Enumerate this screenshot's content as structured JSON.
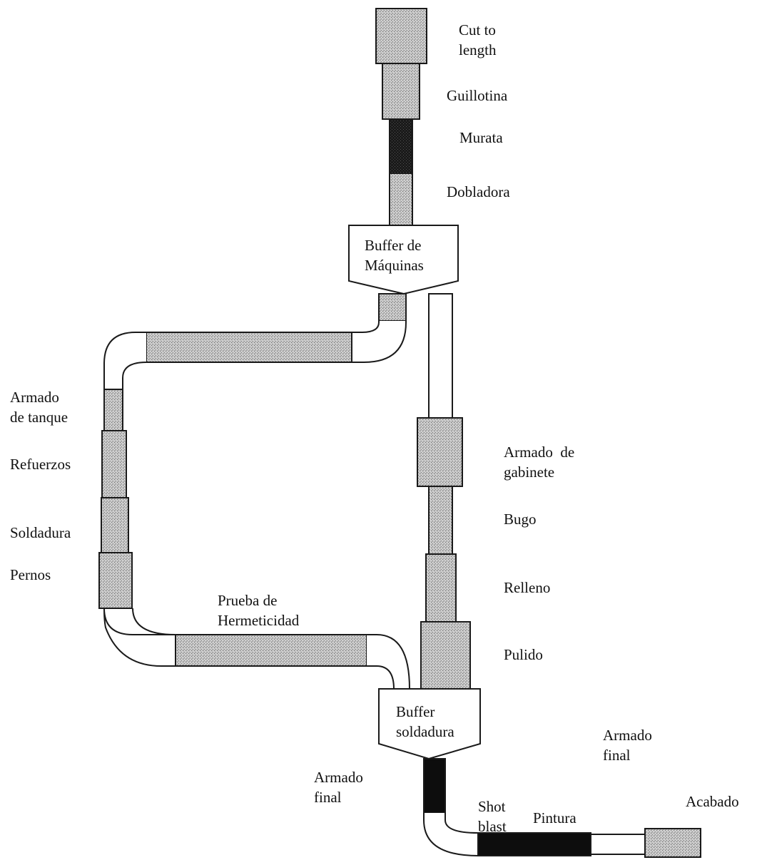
{
  "diagram": {
    "labels": {
      "cut_to_length": "Cut to\nlength",
      "guillotina": "Guillotina",
      "murata": "Murata",
      "dobladora": "Dobladora",
      "buffer_maquinas": "Buffer de\nMáquinas",
      "armado_tanque": "Armado\nde tanque",
      "refuerzos": "Refuerzos",
      "soldadura": "Soldadura",
      "pernos": "Pernos",
      "prueba_hermeticidad": "Prueba de\nHermeticidad",
      "armado_gabinete": "Armado  de\ngabinete",
      "bugo": "Bugo",
      "relleno": "Relleno",
      "pulido": "Pulido",
      "buffer_soldadura": "Buffer\nsoldadura",
      "armado_final_right": "Armado\nfinal",
      "armado_final_left": "Armado\nfinal",
      "shot_blast": "Shot\nblast",
      "pintura": "Pintura",
      "acabado": "Acabado"
    },
    "colors": {
      "line": "#1a1a1a",
      "texture_fill": "#bdbdbd",
      "dark_fill": "#0d0d0d",
      "white_fill": "#ffffff"
    }
  }
}
